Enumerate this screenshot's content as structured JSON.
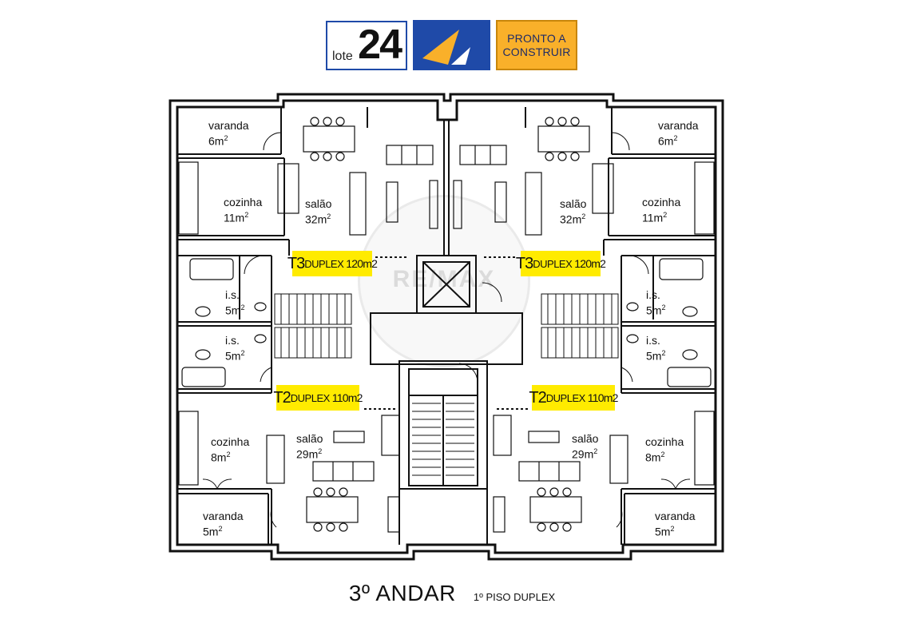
{
  "header": {
    "lote_label": "lote",
    "lote_number": "24",
    "badge_line1": "PRONTO A",
    "badge_line2": "CONSTRUIR",
    "colors": {
      "blue": "#1f4aa8",
      "yellow": "#f9b02a",
      "tag_yellow": "#ffeb00"
    }
  },
  "plan": {
    "watermark": "RE/MAX",
    "units": {
      "t3_left": {
        "type": "T3",
        "duplex": "DUPLEX",
        "area": "120m2"
      },
      "t3_right": {
        "type": "T3",
        "duplex": "DUPLEX",
        "area": "120m2"
      },
      "t2_left": {
        "type": "T2",
        "duplex": "DUPLEX",
        "area": "110m2"
      },
      "t2_right": {
        "type": "T2",
        "duplex": "DUPLEX",
        "area": "110m2"
      }
    },
    "rooms": {
      "varanda_tl": {
        "name": "varanda",
        "area": "6m",
        "exp": "2"
      },
      "varanda_tr": {
        "name": "varanda",
        "area": "6m",
        "exp": "2"
      },
      "cozinha_tl": {
        "name": "cozinha",
        "area": "11m",
        "exp": "2"
      },
      "cozinha_tr": {
        "name": "cozinha",
        "area": "11m",
        "exp": "2"
      },
      "salao_tl": {
        "name": "salão",
        "area": "32m",
        "exp": "2"
      },
      "salao_tr": {
        "name": "salão",
        "area": "32m",
        "exp": "2"
      },
      "is_l1": {
        "name": "i.s.",
        "area": "5m",
        "exp": "2"
      },
      "is_l2": {
        "name": "i.s.",
        "area": "5m",
        "exp": "2"
      },
      "is_r1": {
        "name": "i.s.",
        "area": "5m",
        "exp": "2"
      },
      "is_r2": {
        "name": "i.s.",
        "area": "5m",
        "exp": "2"
      },
      "cozinha_bl": {
        "name": "cozinha",
        "area": "8m",
        "exp": "2"
      },
      "cozinha_br": {
        "name": "cozinha",
        "area": "8m",
        "exp": "2"
      },
      "salao_bl": {
        "name": "salão",
        "area": "29m",
        "exp": "2"
      },
      "salao_br": {
        "name": "salão",
        "area": "29m",
        "exp": "2"
      },
      "varanda_bl": {
        "name": "varanda",
        "area": "5m",
        "exp": "2"
      },
      "varanda_br": {
        "name": "varanda",
        "area": "5m",
        "exp": "2"
      }
    }
  },
  "footer": {
    "title": "3º ANDAR",
    "subtitle": "1º PISO DUPLEX"
  }
}
